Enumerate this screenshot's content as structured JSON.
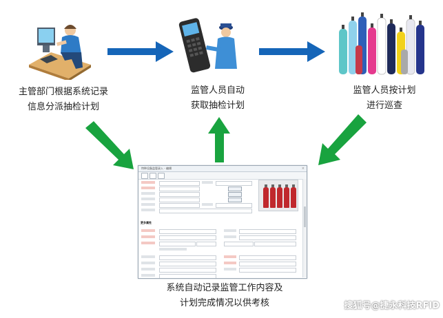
{
  "captions": {
    "step1": [
      "主管部门根据系统记录",
      "信息分派抽检计划"
    ],
    "step2": [
      "监管人员自动",
      "获取抽检计划"
    ],
    "step3": [
      "监管人员按计划",
      "进行巡查"
    ],
    "step4": [
      "系统自动记录监管工作内容及",
      "计划完成情况以供考核"
    ]
  },
  "watermark": "搜狐号@捷永科技RFID",
  "icons": {
    "step1": "office-worker-computer-icon",
    "step2": "inspector-handheld-terminal-icon",
    "step3": "gas-cylinders-icon"
  },
  "colors": {
    "arrow_blue": "#1565b8",
    "arrow_green": "#19a33f"
  },
  "screenshot": {
    "title": "特种设备监管录入 - 编辑",
    "section_label": "更多属性"
  }
}
